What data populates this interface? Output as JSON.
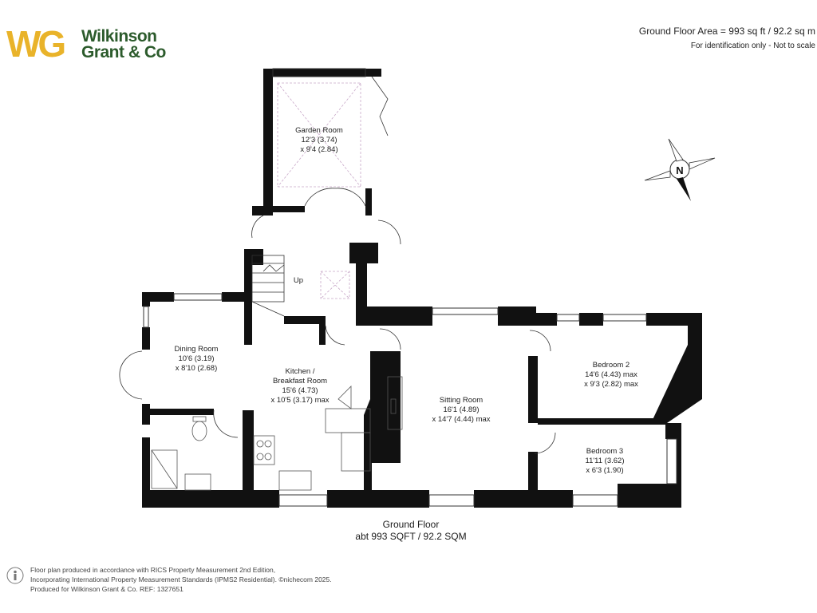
{
  "brand": {
    "logo_mark": "WG",
    "logo_name_line1": "Wilkinson",
    "logo_name_line2": "Grant & Co",
    "gold": "#e9b32a",
    "green": "#2c5b2c"
  },
  "header": {
    "area": "Ground Floor Area = 993 sq ft / 92.2 sq m",
    "note": "For identification only - Not to scale"
  },
  "compass": {
    "label": "N"
  },
  "rooms": {
    "garden_room": {
      "name": "Garden Room",
      "dim1": "12'3 (3.74)",
      "dim2": "x 9'4 (2.84)"
    },
    "dining_room": {
      "name": "Dining Room",
      "dim1": "10'6 (3.19)",
      "dim2": "x 8'10 (2.68)"
    },
    "kitchen": {
      "name1": "Kitchen /",
      "name2": "Breakfast Room",
      "dim1": "15'6 (4.73)",
      "dim2": "x 10'5 (3.17) max"
    },
    "sitting_room": {
      "name": "Sitting Room",
      "dim1": "16'1 (4.89)",
      "dim2": "x 14'7 (4.44) max"
    },
    "bedroom_2": {
      "name": "Bedroom 2",
      "dim1": "14'6 (4.43) max",
      "dim2": "x 9'3 (2.82) max"
    },
    "bedroom_3": {
      "name": "Bedroom 3",
      "dim1": "11'11 (3.62)",
      "dim2": "x 6'3 (1.90)"
    },
    "stairs": {
      "label": "Up"
    }
  },
  "floor": {
    "name": "Ground Floor",
    "area": "abt 993 SQFT / 92.2 SQM"
  },
  "footer": {
    "line1": "Floor plan produced in accordance with RICS Property Measurement 2nd Edition,",
    "line2": "Incorporating International Property Measurement Standards (IPMS2 Residential).  ©nichecom 2025.",
    "line3": "Produced for Wilkinson Grant & Co.   REF: 1327651"
  },
  "colors": {
    "wall": "#111111",
    "fixture": "#888888",
    "diagonal": "#c9a9c9"
  }
}
